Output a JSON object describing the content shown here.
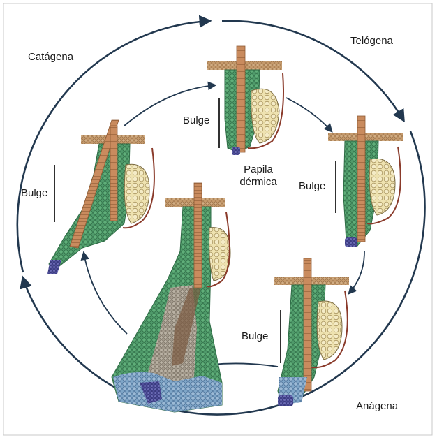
{
  "diagram": {
    "phases": {
      "catagen": "Catágena",
      "telogen": "Telógena",
      "anagen": "Anágena"
    },
    "bulge_label": "Bulge",
    "papilla_label": {
      "line1": "Papila",
      "line2": "dérmica"
    },
    "colors": {
      "follicle_green": "#4f9a6a",
      "cell_outline": "#2e6b45",
      "hair_shaft": "#c98b5e",
      "epidermis": "#b78a5e",
      "sebaceous_gland": "#eee2b0",
      "papilla": "#4f4f9a",
      "bulb_blue": "#7fa6c8",
      "arrow": "#22384f"
    }
  }
}
